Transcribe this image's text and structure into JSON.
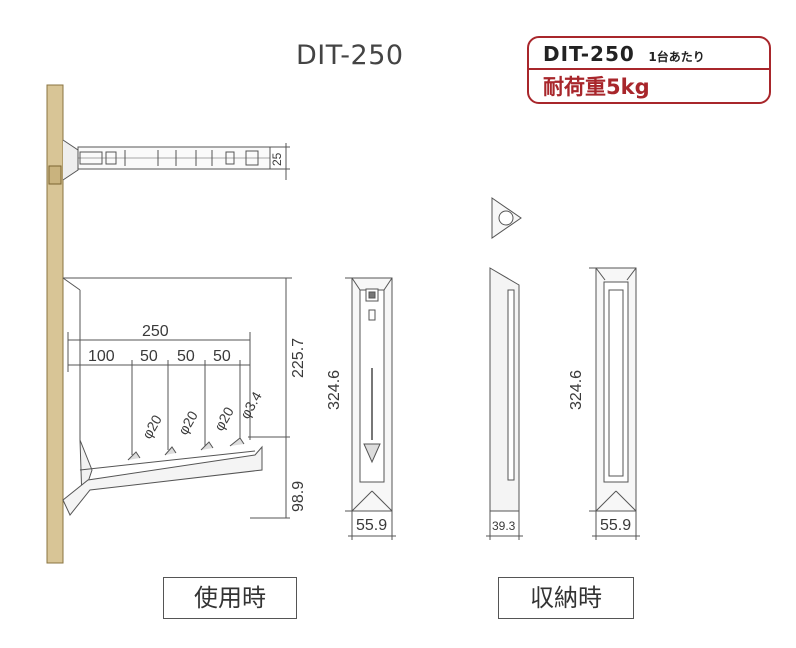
{
  "title": "DIT-250",
  "badge": {
    "model": "DIT-250",
    "per_unit": "1台あたり",
    "load": "耐荷重5kg"
  },
  "labels": {
    "in_use": "使用時",
    "stored": "収納時"
  },
  "top_view": {
    "dim_depth": "25"
  },
  "side_view": {
    "dim_total": "250",
    "dim_first": "100",
    "dim_spacing_1": "50",
    "dim_spacing_2": "50",
    "dim_spacing_3": "50",
    "dim_upper": "225.7",
    "dim_lower": "98.9",
    "hole_1": "φ20",
    "hole_2": "φ20",
    "hole_3": "φ20",
    "hole_4": "φ3.4"
  },
  "front_view_in_use": {
    "dim_height": "324.6",
    "dim_width": "55.9"
  },
  "side_view_stored": {
    "dim_depth": "39.3"
  },
  "front_view_stored": {
    "dim_height": "324.6",
    "dim_width": "55.9"
  },
  "colors": {
    "wall": "#d8c596",
    "wall_edge": "#8a7440",
    "accent": "#a8262b",
    "line": "#555555"
  }
}
